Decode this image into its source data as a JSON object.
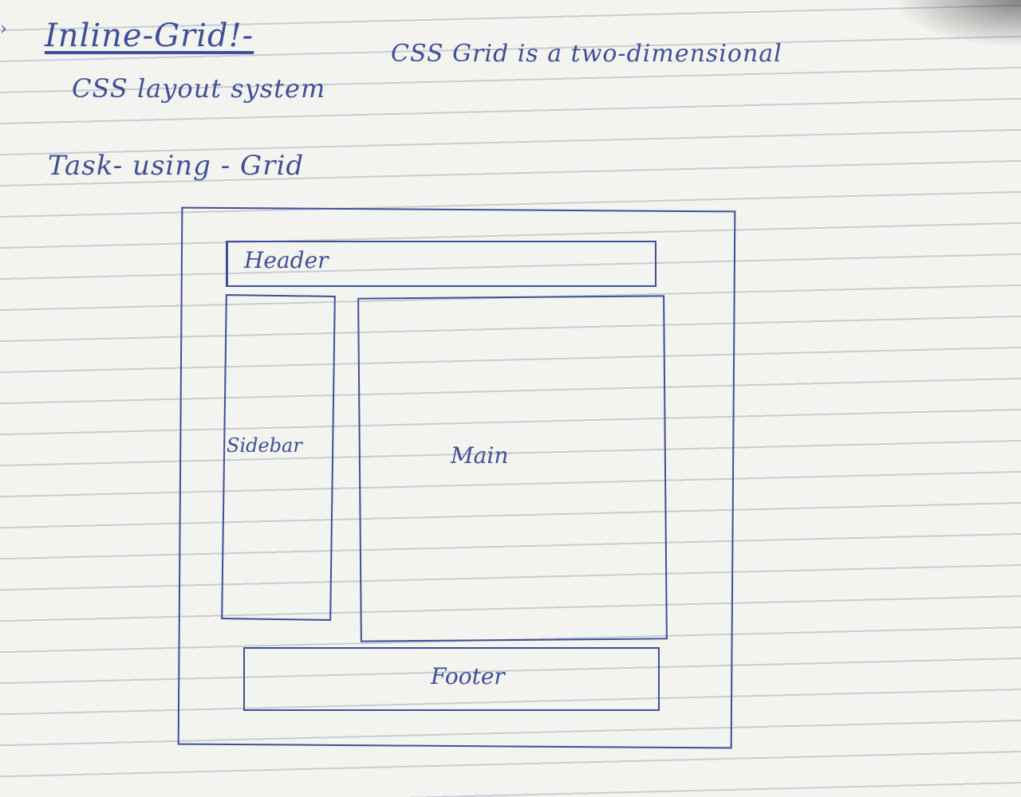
{
  "notes": {
    "title": "Inline-Grid!-",
    "definition_line1": "CSS Grid is a two-dimensional",
    "definition_line2": "CSS layout system",
    "task": "Task- using - Grid"
  },
  "diagram": {
    "header": "Header",
    "sidebar": "Sidebar",
    "main": "Main",
    "footer": "Footer"
  },
  "colors": {
    "ink": "#3f4f9a",
    "paper": "#f3f3f0",
    "rule_lines": "#c9ccd3"
  }
}
